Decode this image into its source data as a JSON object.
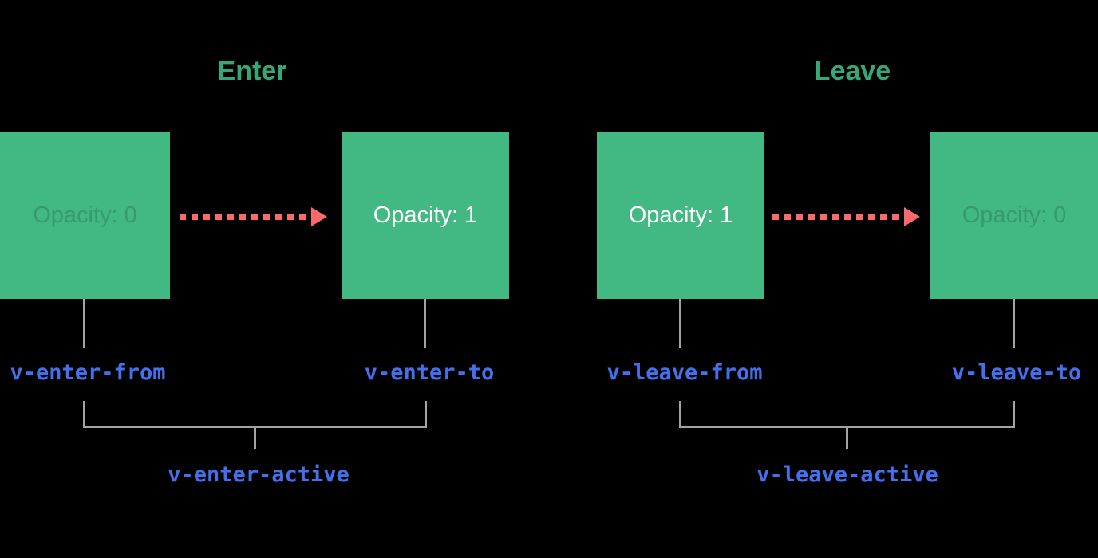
{
  "diagram": {
    "name": "Vue transition classes diagram",
    "colors": {
      "background": "#000000",
      "box_green": "#42b883",
      "title_green": "#36a877",
      "arrow_red": "#fa6a6a",
      "connector_gray": "#a3a3a3",
      "class_label_blue": "#4470ee",
      "box_text_white": "#ffffff"
    },
    "sections": [
      {
        "title": "Enter",
        "from_box": {
          "label": "Opacity: 0",
          "text_style": "muted"
        },
        "to_box": {
          "label": "Opacity: 1",
          "text_style": "normal"
        },
        "from_class": "v-enter-from",
        "to_class": "v-enter-to",
        "active_class": "v-enter-active",
        "arrow": "dashed-right-arrow"
      },
      {
        "title": "Leave",
        "from_box": {
          "label": "Opacity: 1",
          "text_style": "normal"
        },
        "to_box": {
          "label": "Opacity: 0",
          "text_style": "muted"
        },
        "from_class": "v-leave-from",
        "to_class": "v-leave-to",
        "active_class": "v-leave-active",
        "arrow": "dashed-right-arrow"
      }
    ]
  }
}
